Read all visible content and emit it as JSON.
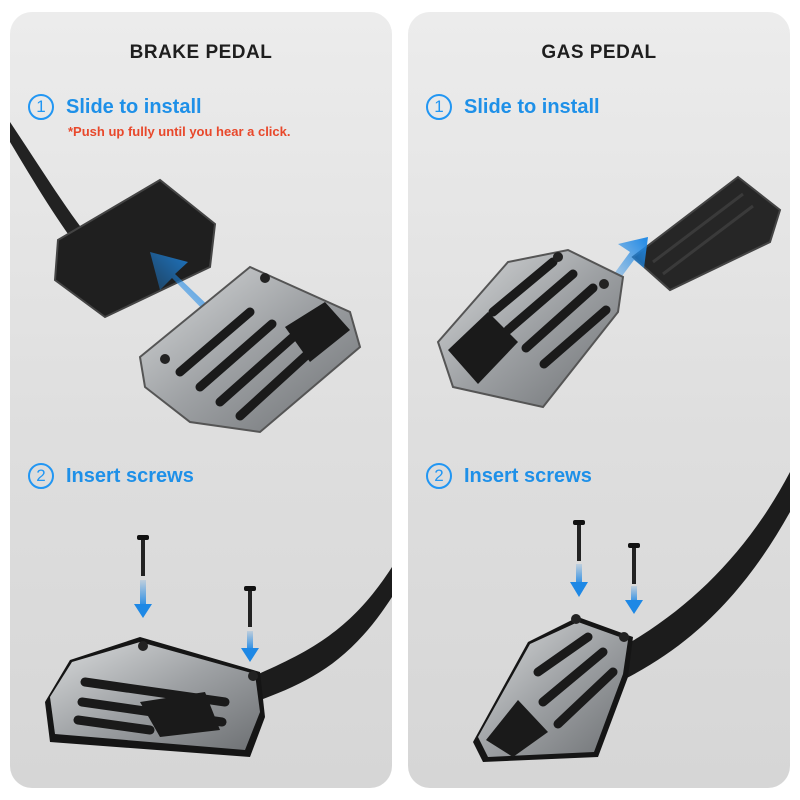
{
  "panels": {
    "brake": {
      "title": "BRAKE PEDAL",
      "step1": {
        "number": "1",
        "label": "Slide to install",
        "note": "*Push up fully until you hear a click."
      },
      "step2": {
        "number": "2",
        "label": "Insert screws"
      }
    },
    "gas": {
      "title": "GAS PEDAL",
      "step1": {
        "number": "1",
        "label": "Slide to install"
      },
      "step2": {
        "number": "2",
        "label": "Insert screws"
      }
    }
  },
  "colors": {
    "accent": "#2196f3",
    "warning": "#e8482b",
    "arrow": "#1e88e5",
    "metal": "#a9acae",
    "rubber": "#1a1a1a"
  }
}
